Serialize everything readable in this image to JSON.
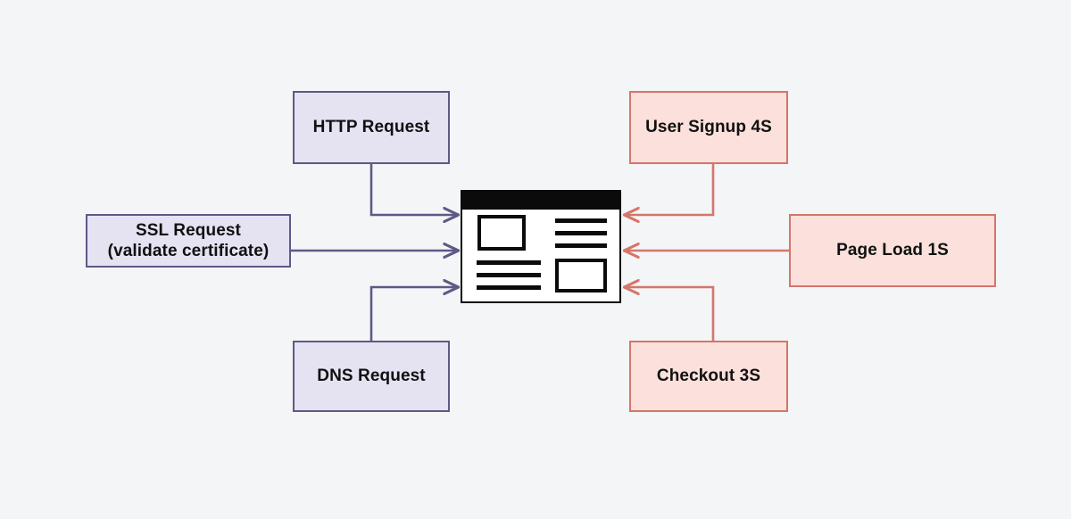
{
  "diagram": {
    "title": "Client requests and server responses around a web page",
    "background_color": "#f4f5f7",
    "client_node_fill": "#e5e2f2",
    "client_node_stroke": "#5f5886",
    "server_node_fill": "#fbe0db",
    "server_node_stroke": "#d4766a",
    "center_icon_color": "#0b0b0b"
  },
  "client_nodes": [
    {
      "id": "http-request",
      "label": "HTTP Request"
    },
    {
      "id": "ssl-request",
      "label": "SSL Request\n(validate certificate)"
    },
    {
      "id": "dns-request",
      "label": "DNS Request"
    }
  ],
  "server_nodes": [
    {
      "id": "user-signup",
      "label": "User Signup 4S"
    },
    {
      "id": "page-load",
      "label": "Page Load 1S"
    },
    {
      "id": "checkout",
      "label": "Checkout 3S"
    }
  ],
  "center": {
    "name": "web-page-browser-icon",
    "titlebar_color": "#0b0b0b",
    "body_color": "#ffffff"
  },
  "connectors": [
    {
      "id": "http-request-to-page",
      "from": "http-request",
      "to": "web-page",
      "direction": "right",
      "color": "#5f5886"
    },
    {
      "id": "ssl-request-to-page",
      "from": "ssl-request",
      "to": "web-page",
      "direction": "right",
      "color": "#5f5886"
    },
    {
      "id": "dns-request-to-page",
      "from": "dns-request",
      "to": "web-page",
      "direction": "right",
      "color": "#5f5886"
    },
    {
      "id": "user-signup-to-page",
      "from": "user-signup",
      "to": "web-page",
      "direction": "left",
      "color": "#d4766a"
    },
    {
      "id": "page-load-to-page",
      "from": "page-load",
      "to": "web-page",
      "direction": "left",
      "color": "#d4766a"
    },
    {
      "id": "checkout-to-page",
      "from": "checkout",
      "to": "web-page",
      "direction": "left",
      "color": "#d4766a"
    }
  ]
}
